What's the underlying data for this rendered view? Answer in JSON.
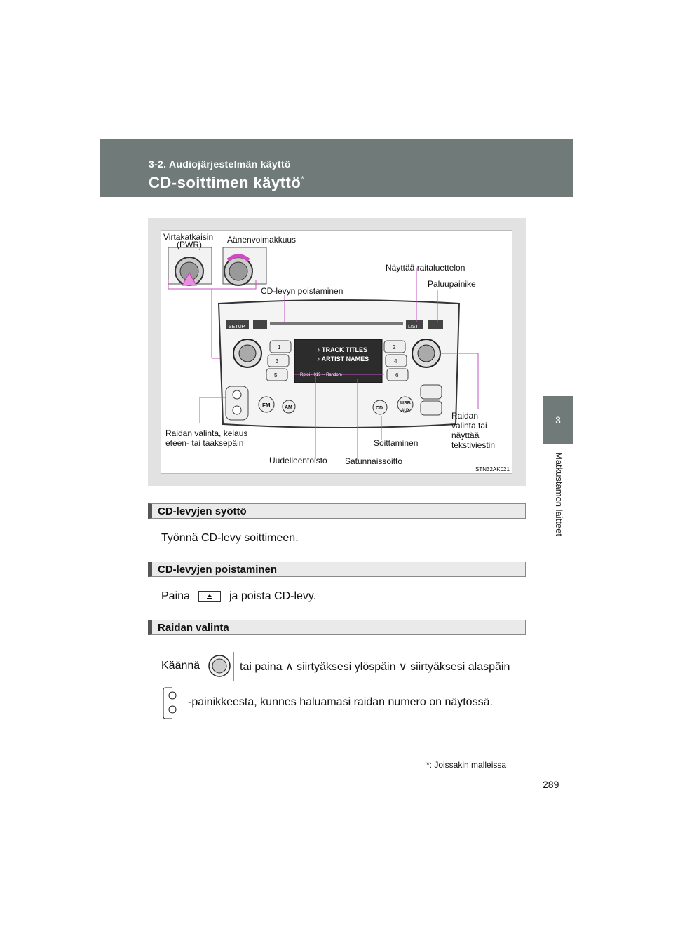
{
  "header": {
    "section": "3-2. Audiojärjestelmän käyttö",
    "title": "CD-soittimen käyttö",
    "title_mark": "*"
  },
  "side_tab": {
    "number": "3",
    "label": "Matkustamon laitteet"
  },
  "figure": {
    "labels": {
      "power": "Virtakatkaisin",
      "power_sub": "(PWR)",
      "volume": "Äänenvoimakkuus",
      "eject": "CD-levyn poistaminen",
      "list": "Näyttää raitaluettelon",
      "back": "Paluupainike",
      "seek": "Raidan valinta, kelaus",
      "seek2": "eteen- tai taaksepäin",
      "play": "Soittaminen",
      "track_text_1": "Raidan",
      "track_text_2": "valinta tai",
      "track_text_3": "näyttää",
      "track_text_4": "tekstiviestin",
      "repeat": "Uudelleentoisto",
      "random": "Satunnaissoitto",
      "code": "STN32AK021"
    },
    "unit": {
      "setup": "SETUP",
      "list_btn": "LIST",
      "fm": "FM",
      "am": "AM",
      "cd": "CD",
      "usb": "USB",
      "aux": "AUX",
      "presets": [
        "1",
        "2",
        "3",
        "4",
        "5",
        "6"
      ],
      "display_line1": "♪ TRACK TITLES",
      "display_line2": "♪ ARTIST NAMES",
      "display_line3": "Rptoi  ◦ 019 ◦◦  Random"
    }
  },
  "sections": [
    {
      "title": "CD-levyjen syöttö",
      "text": "Työnnä CD-levy soittimeen."
    },
    {
      "title": "CD-levyjen poistaminen",
      "text_before": "Paina",
      "text_after": "ja poista CD-levy."
    },
    {
      "title": "Raidan valinta",
      "line1_before": "Käännä",
      "line1_after": "tai paina ∧ siirtyäksesi ylöspäin ∨ siirtyäksesi alaspäin",
      "line2": "-painikkeesta, kunnes haluamasi raidan numero on näytössä."
    }
  ],
  "footnote": {
    "mark": "*",
    "text": ": Joissakin malleissa"
  },
  "page_number": "289"
}
